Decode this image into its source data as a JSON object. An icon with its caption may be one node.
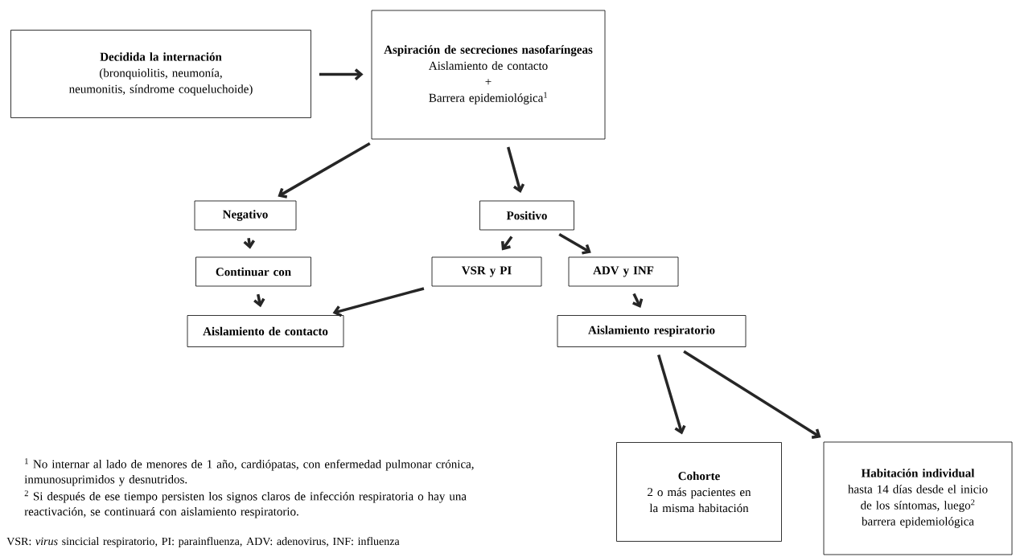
{
  "diagram": {
    "nodes": [
      {
        "text": [
          "Decidida la internación",
          "(bronquiolitis, neumonía, neumonitis, síndrome coqueluchoide)"
        ]
      },
      {
        "text": [
          "Aspiración de secreciones nasofaríngeas",
          "Aislamiento de contacto",
          "+",
          "Barrera epidemiológica$^{1}$"
        ]
      },
      {
        "text": [
          "Negativo"
        ]
      },
      {
        "text": [
          "Positivo"
        ]
      },
      {
        "text": [
          "Continuar con"
        ]
      },
      {
        "text": [
          "VSR y PI"
        ]
      },
      {
        "text": [
          "ADV y INF"
        ]
      },
      {
        "text": [
          "Aislamiento de contacto"
        ]
      },
      {
        "text": [
          "Aislamiento respiratorio"
        ]
      },
      {
        "text": [
          "Cohorte",
          "2 o más pacientes en la misma habitación"
        ]
      },
      {
        "text": [
          "Habitación individual",
          "hasta 14 días desde el inicio de los síntomas, luego$^{2}$ barrera epidemiológica"
        ]
      }
    ],
    "edges": [
      {
        "from": 0,
        "to": 1,
        "arrow": "to"
      },
      {
        "from": 1,
        "to": 2,
        "arrow": "to"
      },
      {
        "from": 1,
        "to": 3,
        "arrow": "to"
      },
      {
        "from": 2,
        "to": 4,
        "arrow": "to"
      },
      {
        "from": 3,
        "to": 5,
        "arrow": "to"
      },
      {
        "from": 3,
        "to": 6,
        "arrow": "to"
      },
      {
        "from": 4,
        "to": 7,
        "arrow": "to"
      },
      {
        "from": 5,
        "to": 7,
        "arrow": "to"
      },
      {
        "from": 6,
        "to": 8,
        "arrow": "to"
      },
      {
        "from": 8,
        "to": 9,
        "arrow": "to"
      },
      {
        "from": 8,
        "to": 10,
        "arrow": "to"
      }
    ],
    "labels": [
      "$^{1}$ No internar al lado de menores de 1 año, cardiópatas, con enfermedad pulmonar crónica, inmunosuprimidos y desnutridos.",
      "$^{2}$ Si después de ese tiempo persisten los signos claros de infección respiratoria o hay una reactivación, se continuará con aislamiento respiratorio.",
      "VSR: *virus* sincicial respiratorio, PI: parainfluenza, ADV: adenovirus, INF: influenza"
    ]
  }
}
